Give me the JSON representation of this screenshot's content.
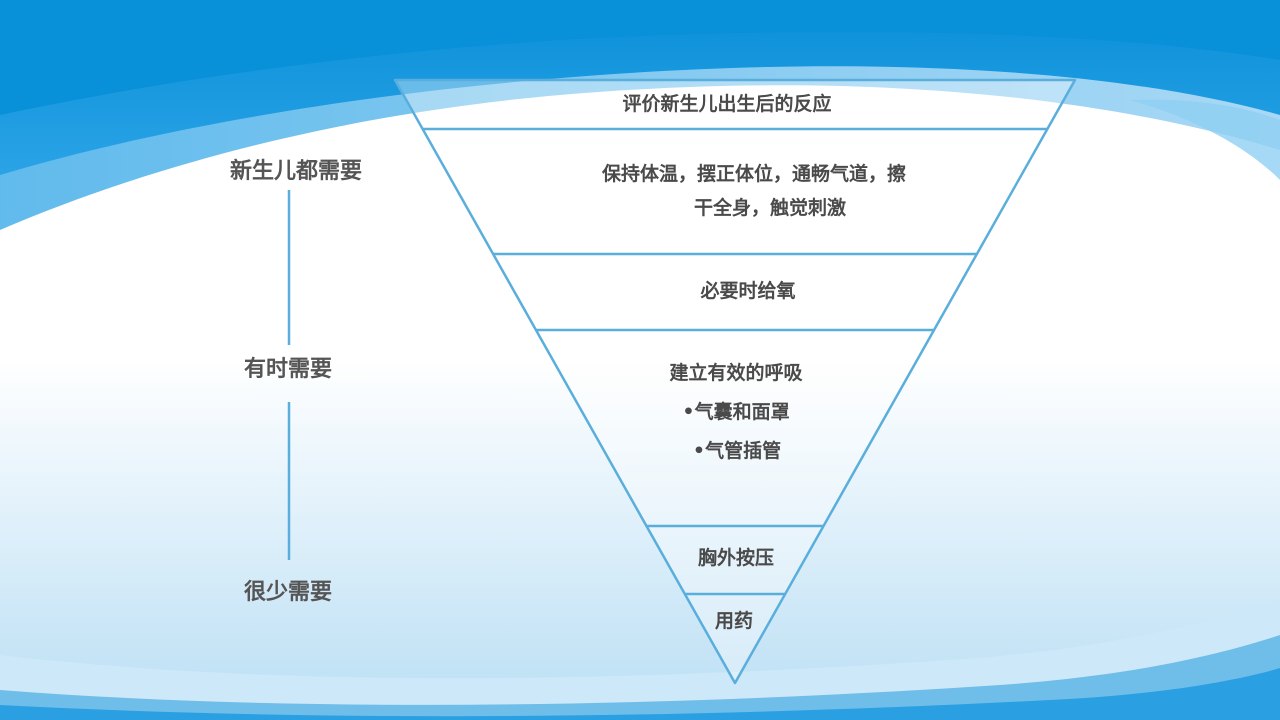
{
  "colors": {
    "accent": "#5aaedc",
    "band_dark": "#0a8fd8",
    "band_light": "#8ccaf0",
    "text": "#4a4a4a"
  },
  "pyramid": {
    "levels": [
      {
        "lines": [
          "评价新生儿出生后的反应"
        ]
      },
      {
        "lines": [
          "保持体温，摆正体位，通畅气道，擦",
          "干全身，触觉刺激"
        ]
      },
      {
        "lines": [
          "必要时给氧"
        ]
      },
      {
        "lines": [
          "建立有效的呼吸",
          "•气囊和面罩",
          "•气管插管"
        ]
      },
      {
        "lines": [
          "胸外按压"
        ]
      },
      {
        "lines": [
          "用药"
        ]
      }
    ]
  },
  "side_labels": {
    "always": "新生儿都需要",
    "sometimes": "有时需要",
    "rarely": "很少需要"
  }
}
